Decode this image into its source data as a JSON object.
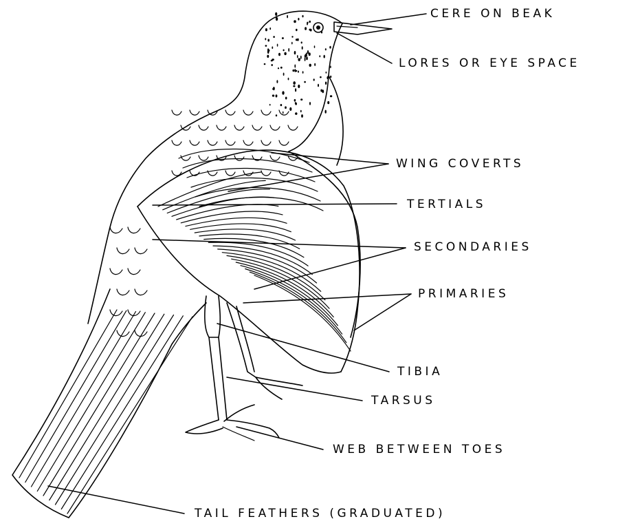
{
  "labels": {
    "cere": "CERE ON BEAK",
    "lores": "LORES OR EYE SPACE",
    "wing_coverts": "WING COVERTS",
    "tertials": "TERTIALS",
    "secondaries": "SECONDARIES",
    "primaries": "PRIMARIES",
    "tibia": "TIBIA",
    "tarsus": "TARSUS",
    "web": "WEB BETWEEN TOES",
    "tail": "TAIL FEATHERS (GRADUATED)"
  }
}
